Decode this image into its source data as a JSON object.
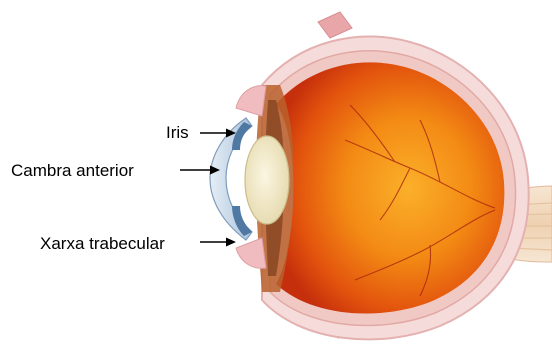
{
  "diagram": {
    "labels": {
      "iris": "Iris",
      "anterior_chamber": "Cambra anterior",
      "trabecular_meshwork": "Xarxa trabecular"
    }
  },
  "colors": {
    "background": "#ffffff",
    "sclera": "#f3d4d2",
    "sclera_edge": "#e8b8b6",
    "retina_outer": "#c9320e",
    "retina_inner": "#ee7a12",
    "vitreous_glow": "#f9a31d",
    "lens": "#f1e9c9",
    "cornea": "#bfd3e4",
    "iris_blue": "#5b7fa6",
    "ciliary": "#7a4a2e",
    "optic_nerve": "#f2dcc3",
    "label_text": "#000000"
  }
}
